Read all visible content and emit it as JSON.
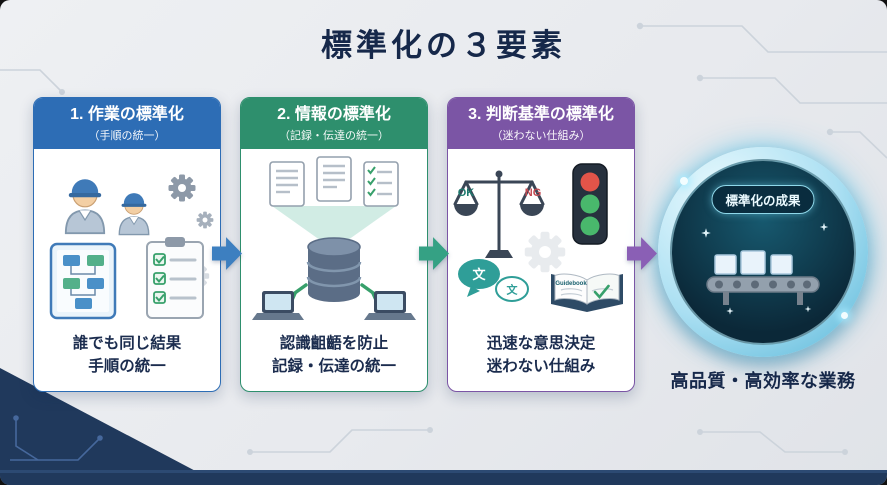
{
  "title": "標準化の３要素",
  "cards": [
    {
      "header": "1. 作業の標準化",
      "subtitle": "（手順の統一）",
      "caption1": "誰でも同じ結果",
      "caption2": "手順の統一"
    },
    {
      "header": "2. 情報の標準化",
      "subtitle": "（記録・伝達の統一）",
      "caption1": "認識齟齬を防止",
      "caption2": "記録・伝達の統一"
    },
    {
      "header": "3. 判断基準の標準化",
      "subtitle": "（迷わない仕組み）",
      "caption1": "迅速な意思決定",
      "caption2": "迷わない仕組み"
    }
  ],
  "icon_labels": {
    "scale_ok": "OK",
    "scale_ng": "NG",
    "speech1": "文",
    "speech2": "文",
    "book_label": "Guidebook"
  },
  "result": {
    "badge": "標準化の成果",
    "caption": "高品質・高効率な業務"
  },
  "colors": {
    "card1_accent": "#2d6db5",
    "card2_accent": "#2e8f6d",
    "card3_accent": "#7b55a5",
    "arrow1": "#3d7fc0",
    "arrow2": "#35a184",
    "arrow3": "#8a5fb5",
    "title_text": "#16284a",
    "traffic_red": "#e25449",
    "traffic_green": "#49b86c",
    "navy_band": "#20395c",
    "circle_glow": "#7fd4ea"
  }
}
